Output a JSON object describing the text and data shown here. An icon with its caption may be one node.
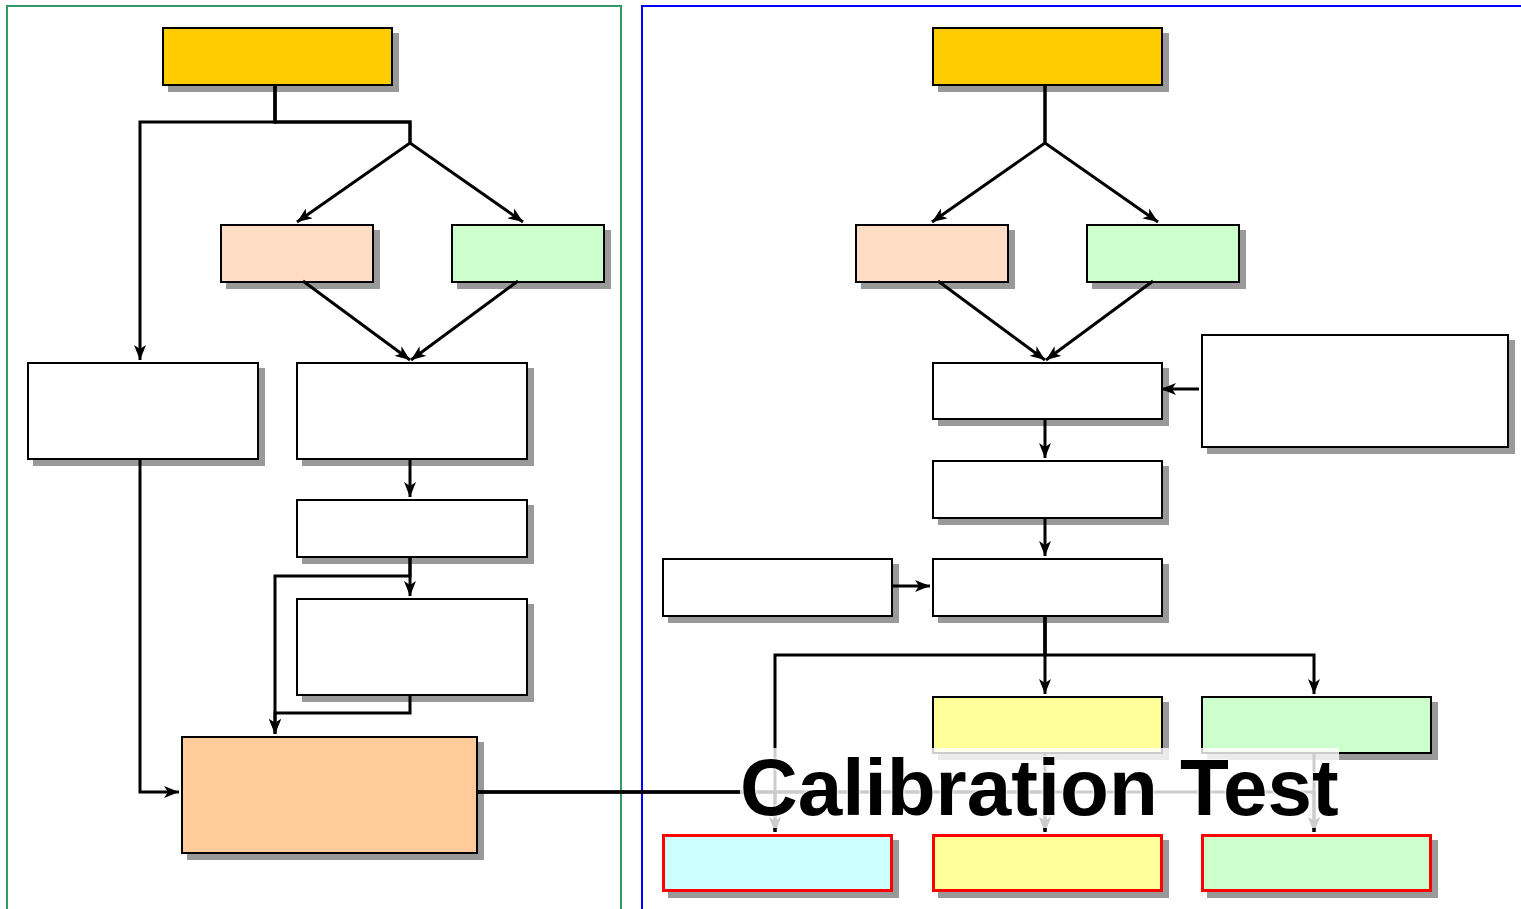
{
  "diagram": {
    "nodes": [
      {
        "text": [],
        "shape": "box"
      },
      {
        "text": [],
        "shape": "box"
      },
      {
        "text": [],
        "shape": "box",
        "in": 0
      },
      {
        "text": [],
        "shape": "box",
        "in": 0
      },
      {
        "text": [],
        "shape": "box",
        "in": 0
      },
      {
        "text": [],
        "shape": "box",
        "in": 0
      },
      {
        "text": [],
        "shape": "box",
        "in": 0
      },
      {
        "text": [],
        "shape": "box",
        "in": 0
      },
      {
        "text": [],
        "shape": "box",
        "in": 0
      },
      {
        "text": [],
        "shape": "box",
        "in": 0
      },
      {
        "text": [],
        "shape": "box",
        "in": 1
      },
      {
        "text": [],
        "shape": "box",
        "in": 1
      },
      {
        "text": [],
        "shape": "box",
        "in": 1
      },
      {
        "text": [],
        "shape": "box",
        "in": 1
      },
      {
        "text": [],
        "shape": "box",
        "in": 1
      },
      {
        "text": [],
        "shape": "box",
        "in": 1
      },
      {
        "text": [],
        "shape": "box",
        "in": 1
      },
      {
        "text": [],
        "shape": "box",
        "in": 1
      },
      {
        "text": [],
        "shape": "box",
        "in": 1
      },
      {
        "text": [],
        "shape": "box",
        "in": 1
      },
      {
        "text": [],
        "shape": "box",
        "in": 1
      },
      {
        "text": [],
        "shape": "box",
        "in": 1
      },
      {
        "text": [],
        "shape": "box",
        "in": 1
      }
    ],
    "edges": [
      {
        "from": 2,
        "to": 5,
        "arrow": "to"
      },
      {
        "from": 2,
        "to": 3,
        "arrow": "to"
      },
      {
        "from": 2,
        "to": 4,
        "arrow": "to"
      },
      {
        "from": 3,
        "to": 6,
        "arrow": "to"
      },
      {
        "from": 4,
        "to": 6,
        "arrow": "to"
      },
      {
        "from": 5,
        "to": 9,
        "arrow": "to"
      },
      {
        "from": 6,
        "to": 7,
        "arrow": "to"
      },
      {
        "from": 7,
        "to": 8,
        "arrow": "to"
      },
      {
        "from": 7,
        "to": 9,
        "arrow": "to"
      },
      {
        "from": 8,
        "to": 9,
        "arrow": "to"
      },
      {
        "from": 10,
        "to": 11,
        "arrow": "to"
      },
      {
        "from": 10,
        "to": 12,
        "arrow": "to"
      },
      {
        "from": 11,
        "to": 13,
        "arrow": "to"
      },
      {
        "from": 12,
        "to": 13,
        "arrow": "to"
      },
      {
        "from": 14,
        "to": 13,
        "arrow": "to"
      },
      {
        "from": 13,
        "to": 15,
        "arrow": "to"
      },
      {
        "from": 15,
        "to": 17,
        "arrow": "to"
      },
      {
        "from": 16,
        "to": 17,
        "arrow": "to"
      },
      {
        "from": 17,
        "to": 18,
        "arrow": "to"
      },
      {
        "from": 17,
        "to": 19,
        "arrow": "to"
      },
      {
        "from": 17,
        "to": 20,
        "arrow": "to"
      },
      {
        "from": 18,
        "to": 21,
        "arrow": "to"
      },
      {
        "from": 19,
        "to": 22,
        "arrow": "to"
      },
      {
        "from": 9,
        "to": 20,
        "arrow": "to"
      },
      {
        "from": 9,
        "to": 21,
        "arrow": "to"
      },
      {
        "from": 9,
        "to": 22,
        "arrow": "to"
      }
    ],
    "labels": [
      "Calibration Test"
    ]
  }
}
